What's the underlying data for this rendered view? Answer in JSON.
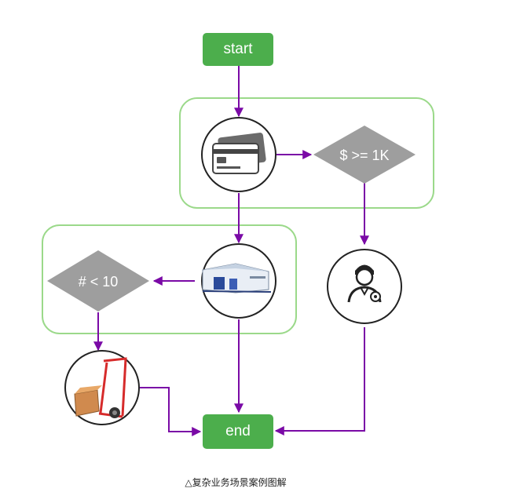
{
  "nodes": {
    "start": "start",
    "end": "end",
    "decision_amount": "$ >= 1K",
    "decision_count": "# < 10",
    "card_icon": "credit-card-icon",
    "warehouse_icon": "warehouse-icon",
    "reviewer_icon": "reviewer-icon",
    "handtruck_icon": "hand-truck-icon"
  },
  "caption": "△复杂业务场景案例图解",
  "colors": {
    "terminal": "#4cae4c",
    "arrow": "#7a0aa6",
    "group_border": "#9bd98a",
    "diamond": "#9e9e9e"
  }
}
